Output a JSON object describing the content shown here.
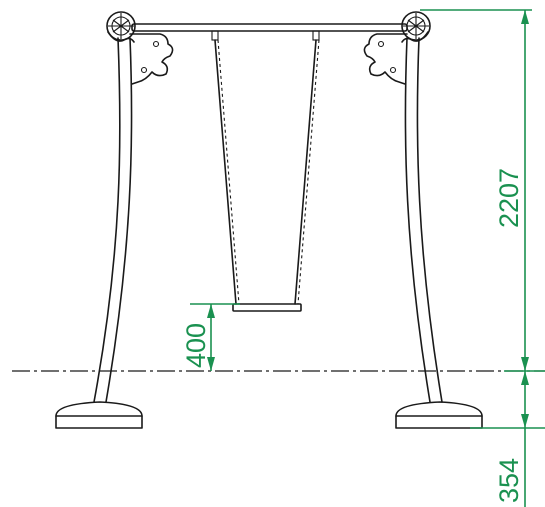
{
  "dimensions": {
    "frame_height": "2207",
    "seat_height": "400",
    "foundation_depth": "354"
  },
  "colors": {
    "dimension": "#1a9150",
    "ink": "#1a1a1a",
    "background": "#ffffff"
  }
}
